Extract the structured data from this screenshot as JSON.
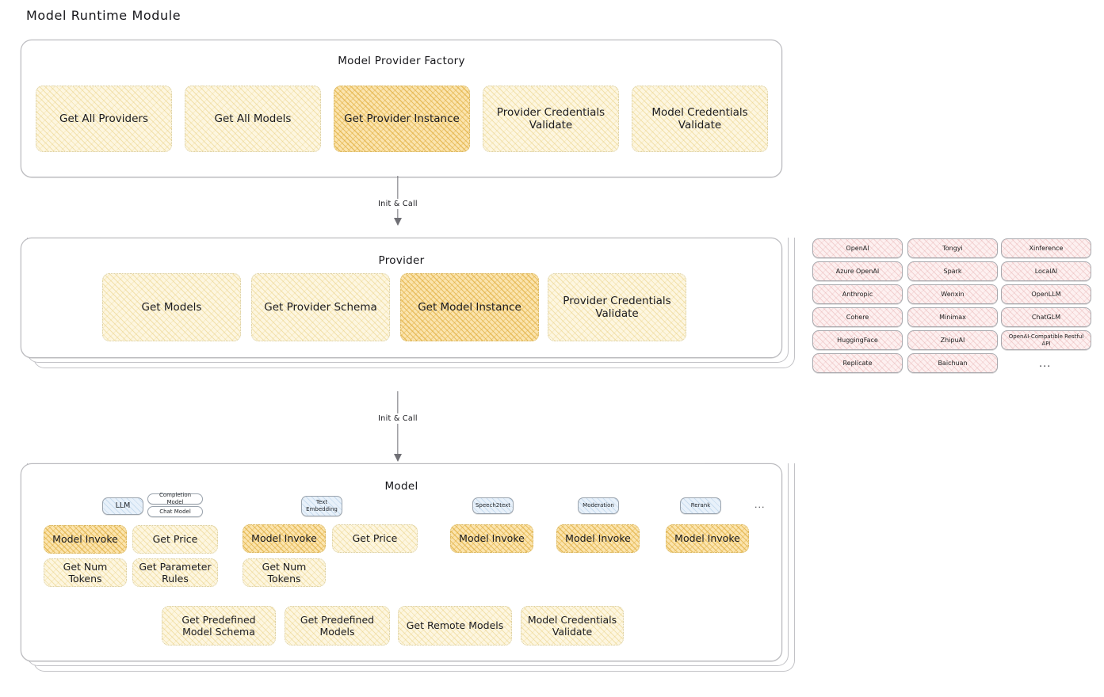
{
  "page": {
    "title": "Model Runtime Module"
  },
  "factory": {
    "title": "Model Provider Factory",
    "items": [
      {
        "label": "Get All Providers",
        "highlight": false
      },
      {
        "label": "Get All Models",
        "highlight": false
      },
      {
        "label": "Get Provider Instance",
        "highlight": true
      },
      {
        "label": "Provider Credentials Validate",
        "highlight": false
      },
      {
        "label": "Model Credentials Validate",
        "highlight": false
      }
    ]
  },
  "arrow1": {
    "label": "Init & Call"
  },
  "arrow2": {
    "label": "Init & Call"
  },
  "provider": {
    "title": "Provider",
    "items": [
      {
        "label": "Get Models",
        "highlight": false
      },
      {
        "label": "Get Provider Schema",
        "highlight": false
      },
      {
        "label": "Get Model Instance",
        "highlight": true
      },
      {
        "label": "Provider Credentials Validate",
        "highlight": false
      }
    ]
  },
  "provider_list": {
    "columns": [
      [
        "OpenAI",
        "Azure OpenAI",
        "Anthropic",
        "Cohere",
        "HuggingFace",
        "Replicate"
      ],
      [
        "Tongyi",
        "Spark",
        "Wenxin",
        "Minimax",
        "ZhipuAI",
        "Baichuan"
      ],
      [
        "Xinference",
        "LocalAI",
        "OpenLLM",
        "ChatGLM",
        "OpenAI-Compatible Restful API"
      ]
    ],
    "more": "..."
  },
  "model": {
    "title": "Model",
    "more": "...",
    "types": [
      {
        "badge": "LLM",
        "sub": [
          "Completion Model",
          "Chat Model"
        ],
        "methods": [
          {
            "label": "Model Invoke",
            "highlight": true
          },
          {
            "label": "Get Price",
            "highlight": false
          },
          {
            "label": "Get Num Tokens",
            "highlight": false
          },
          {
            "label": "Get Parameter Rules",
            "highlight": false
          }
        ]
      },
      {
        "badge": "Text Embedding",
        "sub": [],
        "methods": [
          {
            "label": "Model Invoke",
            "highlight": true
          },
          {
            "label": "Get Price",
            "highlight": false
          },
          {
            "label": "Get Num Tokens",
            "highlight": false
          }
        ]
      },
      {
        "badge": "Speech2text",
        "sub": [],
        "methods": [
          {
            "label": "Model Invoke",
            "highlight": true
          }
        ]
      },
      {
        "badge": "Moderation",
        "sub": [],
        "methods": [
          {
            "label": "Model Invoke",
            "highlight": true
          }
        ]
      },
      {
        "badge": "Rerank",
        "sub": [],
        "methods": [
          {
            "label": "Model Invoke",
            "highlight": true
          }
        ]
      }
    ],
    "common": [
      "Get Predefined Model Schema",
      "Get Predefined Models",
      "Get Remote Models",
      "Model Credentials Validate"
    ]
  },
  "colors": {
    "panel_border": "#b9b9bd",
    "box_light": "#fdf6e0",
    "box_highlight": "#fbe4ae",
    "provider_chip": "#fdf0f0",
    "model_badge": "#e8f1fa",
    "text": "#1b1b1f"
  }
}
